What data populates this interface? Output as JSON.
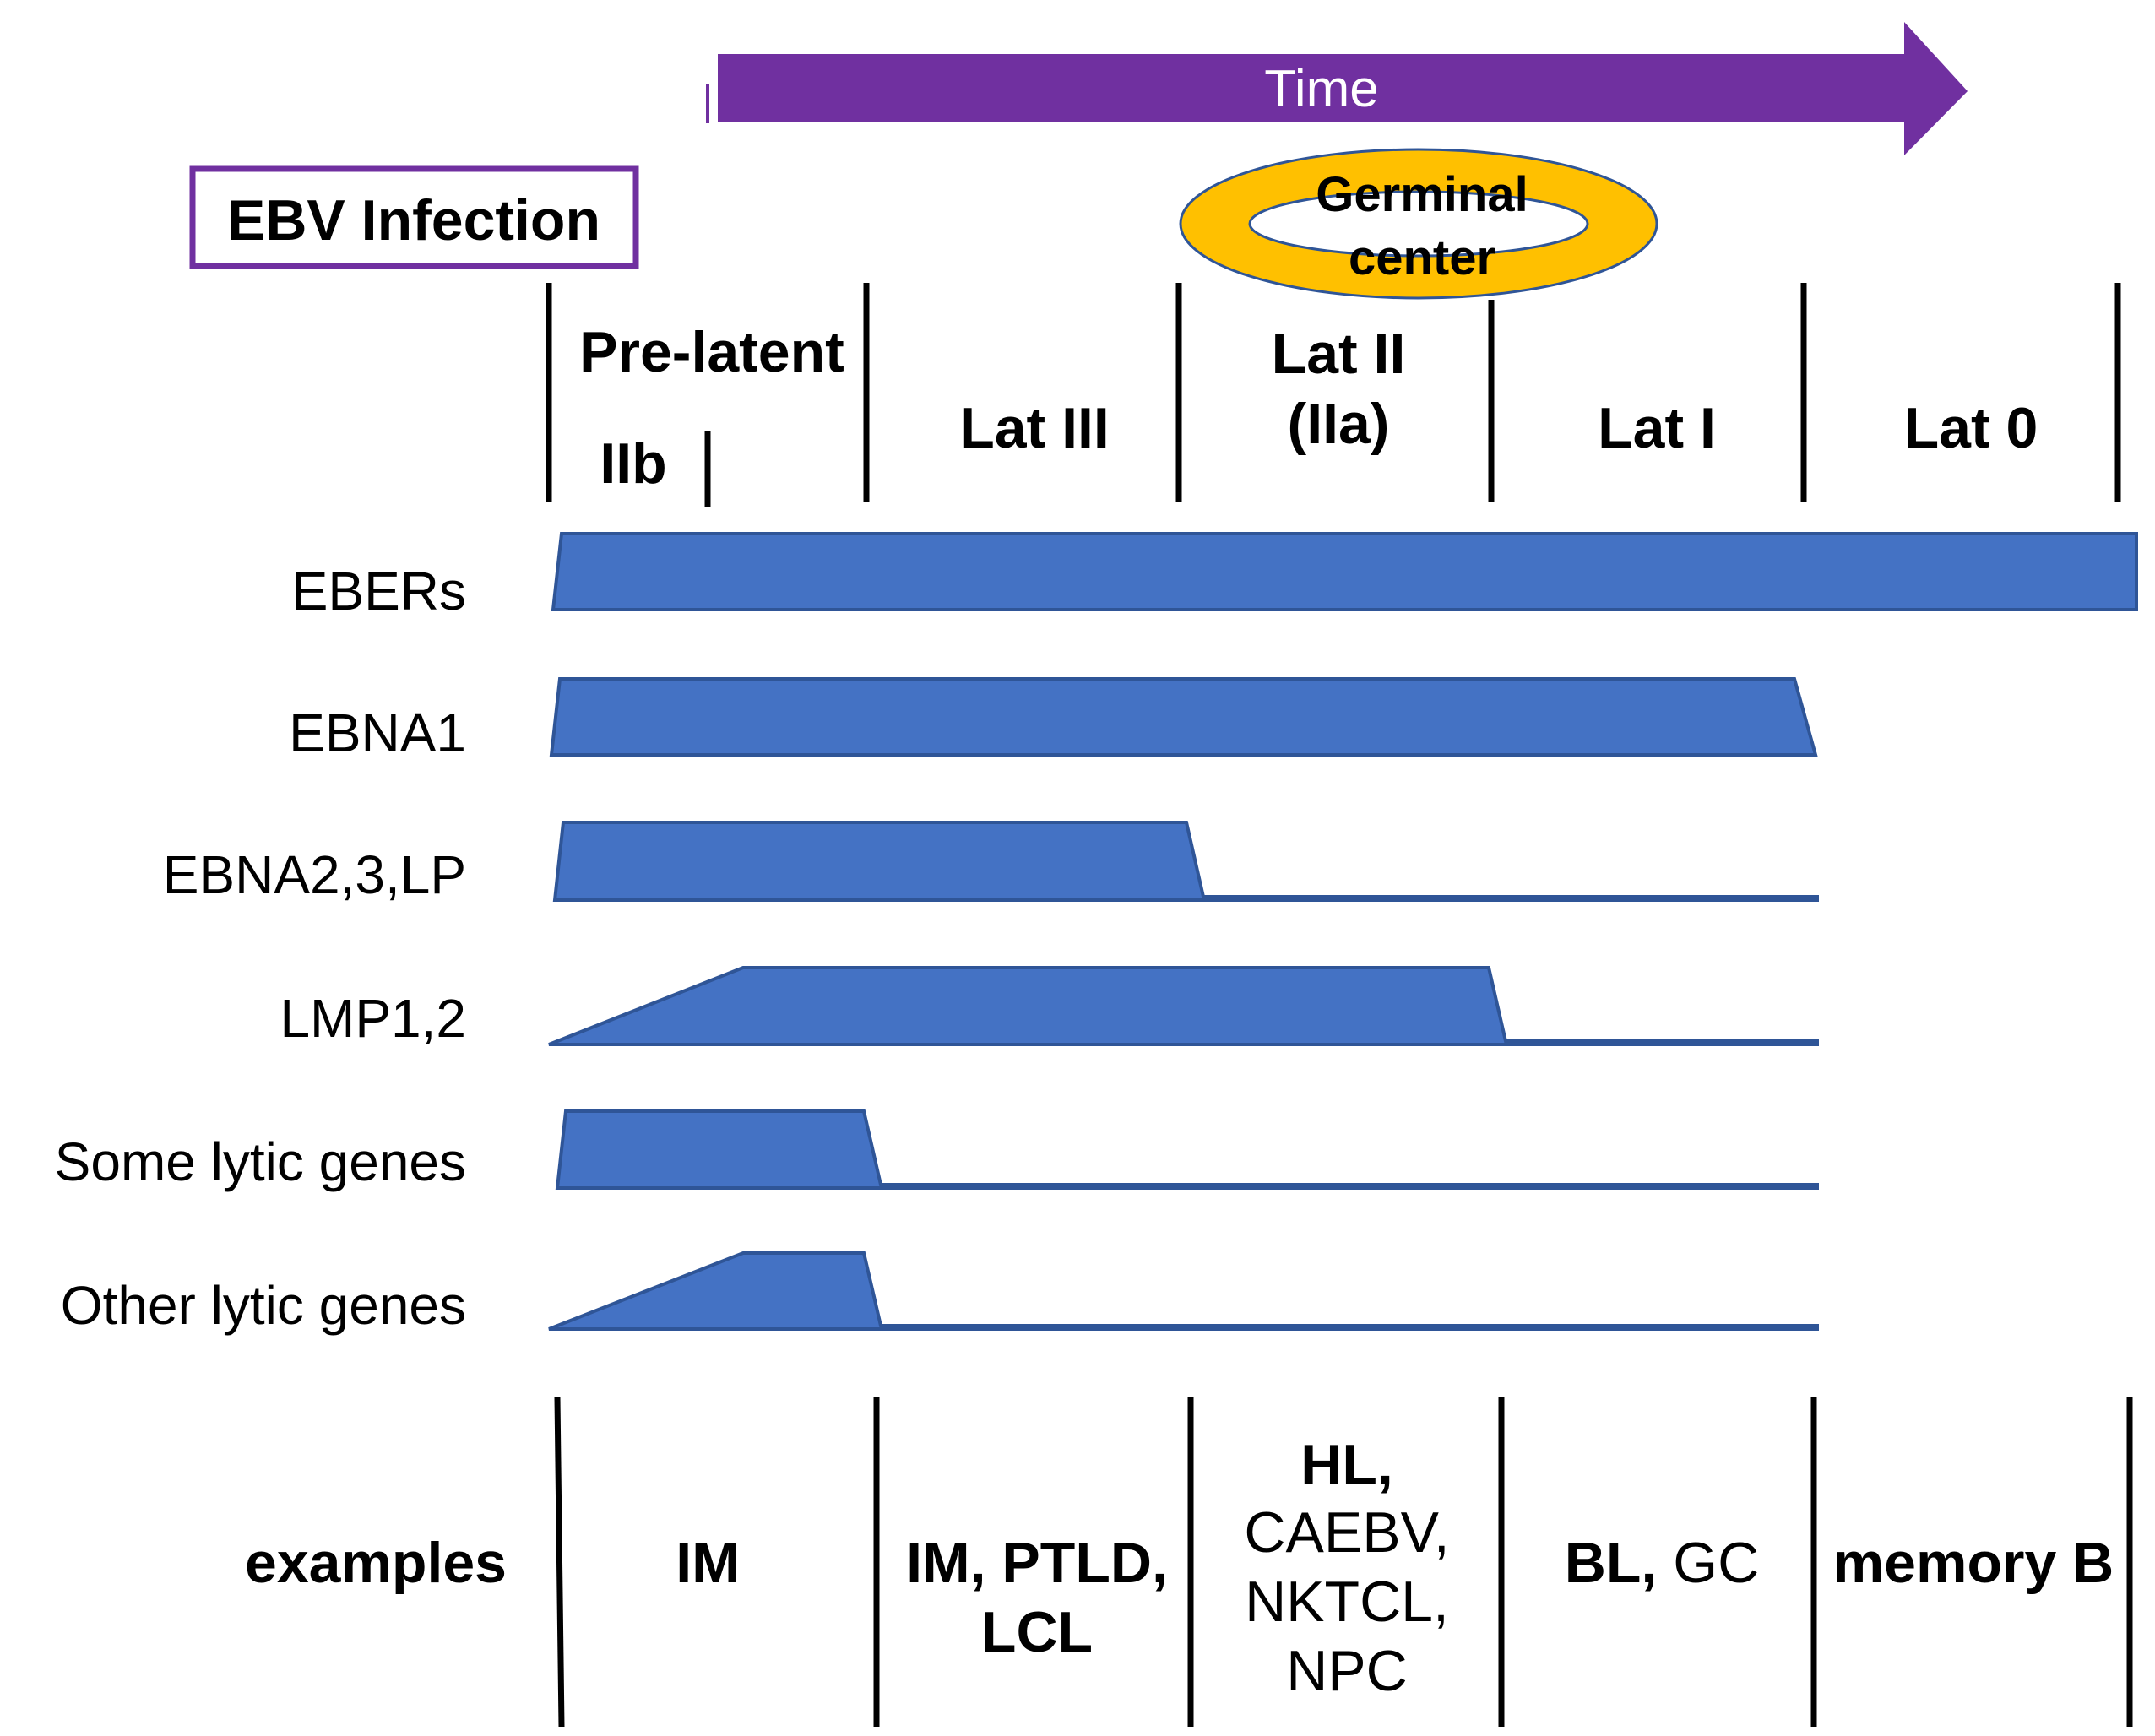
{
  "time_label": "Time",
  "infection_label": "EBV Infection",
  "germinal_center": [
    "Germinal",
    "center"
  ],
  "stages": {
    "pre_latent": "Pre-latent",
    "iib": "IIb",
    "lat3": "Lat III",
    "lat2_line1": "Lat II",
    "lat2_line2": "(IIa)",
    "lat1": "Lat I",
    "lat0": "Lat 0"
  },
  "genes": [
    "EBERs",
    "EBNA1",
    "EBNA2,3,LP",
    "LMP1,2",
    "Some lytic genes",
    "Other lytic genes"
  ],
  "examples": {
    "label": "examples",
    "col1": "IM",
    "col2_line1": "IM, PTLD,",
    "col2_line2": "LCL",
    "col3_line1": "HL,",
    "col3_line2": "CAEBV,",
    "col3_line3": "NKTCL,",
    "col3_line4": "NPC",
    "col4_bold": "BL,",
    "col4_normal": " GC",
    "col5": "memory B"
  },
  "colors": {
    "time_arrow": "#7030a0",
    "infection_border": "#7030a0",
    "germinal_ring": "#ffc000",
    "germinal_stroke": "#2f5597",
    "expression_fill": "#4472c4",
    "expression_stroke": "#2f5597"
  }
}
